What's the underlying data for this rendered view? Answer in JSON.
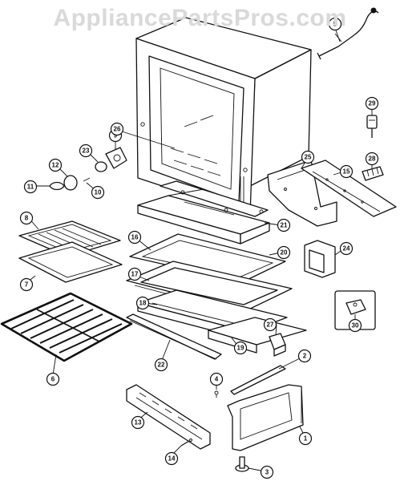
{
  "watermark": "AppliancePartsPros.com",
  "callouts": [
    {
      "id": "p1",
      "label": "1"
    },
    {
      "id": "p2",
      "label": "2"
    },
    {
      "id": "p3",
      "label": "3"
    },
    {
      "id": "p4",
      "label": "4"
    },
    {
      "id": "p5",
      "label": "5"
    },
    {
      "id": "p6",
      "label": "6"
    },
    {
      "id": "p7",
      "label": "7"
    },
    {
      "id": "p8",
      "label": "8"
    },
    {
      "id": "p9",
      "label": "9"
    },
    {
      "id": "p10",
      "label": "10"
    },
    {
      "id": "p11",
      "label": "11"
    },
    {
      "id": "p12",
      "label": "12"
    },
    {
      "id": "p13",
      "label": "13"
    },
    {
      "id": "p14",
      "label": "14"
    },
    {
      "id": "p15",
      "label": "15"
    },
    {
      "id": "p16",
      "label": "16"
    },
    {
      "id": "p17",
      "label": "17"
    },
    {
      "id": "p18",
      "label": "18"
    },
    {
      "id": "p19",
      "label": "19"
    },
    {
      "id": "p20",
      "label": "20"
    },
    {
      "id": "p21",
      "label": "21"
    },
    {
      "id": "p22",
      "label": "22"
    },
    {
      "id": "p23",
      "label": "23"
    },
    {
      "id": "p24",
      "label": "24"
    },
    {
      "id": "p25",
      "label": "25"
    },
    {
      "id": "p26",
      "label": "26"
    },
    {
      "id": "p27",
      "label": "27"
    },
    {
      "id": "p28",
      "label": "28"
    },
    {
      "id": "p29",
      "label": "29"
    },
    {
      "id": "p30",
      "label": "30"
    }
  ]
}
